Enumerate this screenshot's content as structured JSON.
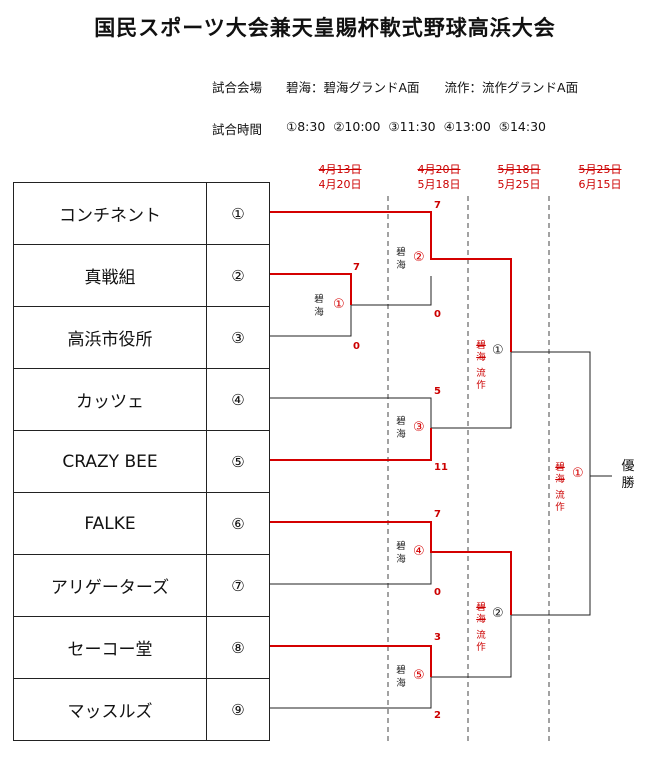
{
  "title": "国民スポーツ大会兼天皇賜杯軟式野球高浜大会",
  "venue_label": "試合会場",
  "venue_text": "碧海：碧海グランドA面　　流作：流作グランドA面",
  "time_label": "試合時間",
  "time_text": "①8:30  ②10:00  ③11:30  ④13:00  ⑤14:30",
  "teams": [
    {
      "name": "コンチネント",
      "num": "①"
    },
    {
      "name": "真戦組",
      "num": "②"
    },
    {
      "name": "高浜市役所",
      "num": "③"
    },
    {
      "name": "カッツェ",
      "num": "④"
    },
    {
      "name": "CRAZY BEE",
      "num": "⑤"
    },
    {
      "name": "FALKE",
      "num": "⑥"
    },
    {
      "name": "アリゲーターズ",
      "num": "⑦"
    },
    {
      "name": "セーコー堂",
      "num": "⑧"
    },
    {
      "name": "マッスルズ",
      "num": "⑨"
    }
  ],
  "dates": [
    {
      "old": "4月13日",
      "new": "4月20日"
    },
    {
      "old": "4月20日",
      "new": "5月18日"
    },
    {
      "old": "5月18日",
      "new": "5月25日"
    },
    {
      "old": "5月25日",
      "new": "6月15日"
    }
  ],
  "games": {
    "g1": {
      "num": "①",
      "venue_a": "碧",
      "venue_b": "海",
      "top": "7",
      "bottom": "0"
    },
    "g2": {
      "num": "②",
      "venue_a": "碧",
      "venue_b": "海",
      "top": "7",
      "bottom": "0"
    },
    "g3": {
      "num": "③",
      "venue_a": "碧",
      "venue_b": "海",
      "top": "5",
      "bottom": "11"
    },
    "g4": {
      "num": "④",
      "venue_a": "碧",
      "venue_b": "海",
      "top": "7",
      "bottom": "0"
    },
    "g5": {
      "num": "⑤",
      "venue_a": "碧",
      "venue_b": "海",
      "top": "3",
      "bottom": "2"
    },
    "semi1": {
      "num": "①",
      "struck_a": "碧",
      "struck_b": "海",
      "venue_a": "流",
      "venue_b": "作"
    },
    "semi2": {
      "num": "②",
      "struck_a": "碧",
      "struck_b": "海",
      "venue_a": "流",
      "venue_b": "作"
    },
    "final": {
      "num": "①",
      "struck_a": "碧",
      "struck_b": "海",
      "venue_a": "流",
      "venue_b": "作"
    }
  },
  "winner_label_a": "優",
  "winner_label_b": "勝",
  "colors": {
    "win_line": "#d40000",
    "line": "#222222",
    "dashed": "#444444"
  }
}
